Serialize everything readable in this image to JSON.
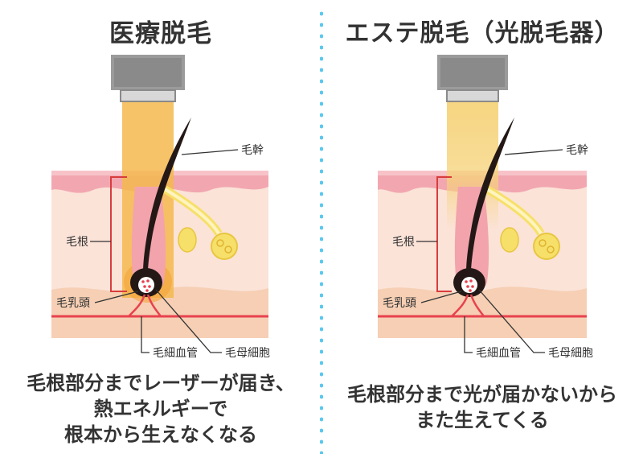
{
  "left": {
    "title": "医療脱毛",
    "labels": {
      "shaft": "毛幹",
      "root": "毛根",
      "papilla": "毛乳頭",
      "capillary": "毛細血管",
      "matrix": "毛母細胞"
    },
    "caption": [
      "毛根部分までレーザーが届き、",
      "熱エネルギーで",
      "根本から生えなくなる"
    ]
  },
  "right": {
    "title": "エステ脱毛（光脱毛器）",
    "labels": {
      "shaft": "毛幹",
      "root": "毛根",
      "papilla": "毛乳頭",
      "capillary": "毛細血管",
      "matrix": "毛母細胞"
    },
    "caption": [
      "毛根部分まで光が届かないから",
      "また生えてくる"
    ]
  },
  "colors": {
    "skin_top": "#f2a7b0",
    "skin": "#fbe3d8",
    "fat": "#f6cfb4",
    "beam_laser": "#f4b94f",
    "beam_light": "#f6d37a",
    "hair": "#231815",
    "vessel": "#e8424e",
    "bracket": "#d93c3c",
    "gland": "#f6e06a",
    "divider": "#5bc8ee",
    "device": "#8a8a8a"
  }
}
